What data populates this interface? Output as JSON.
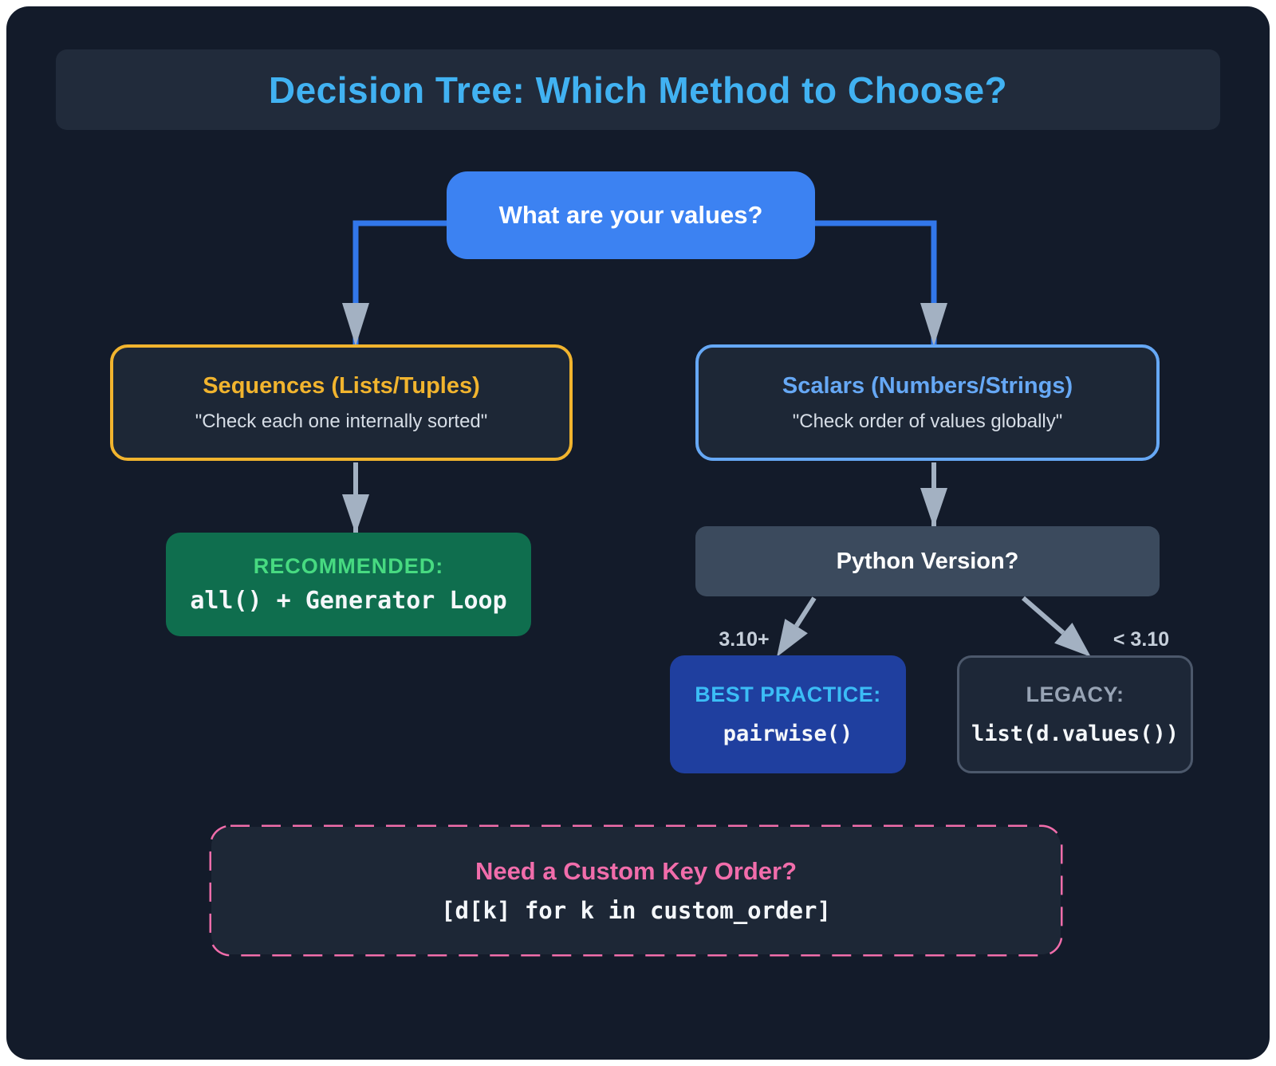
{
  "title": "Decision Tree: Which Method to Choose?",
  "root": {
    "label": "What are your values?"
  },
  "branches": {
    "sequences": {
      "title": "Sequences (Lists/Tuples)",
      "subtitle": "\"Check each one internally sorted\""
    },
    "scalars": {
      "title": "Scalars (Numbers/Strings)",
      "subtitle": "\"Check order of values globally\""
    }
  },
  "recommended": {
    "label": "RECOMMENDED:",
    "code": "all() + Generator Loop"
  },
  "python_version": {
    "label": "Python Version?",
    "edge_left": "3.10+",
    "edge_right": "< 3.10"
  },
  "best_practice": {
    "label": "BEST PRACTICE:",
    "code": "pairwise()"
  },
  "legacy": {
    "label": "LEGACY:",
    "code": "list(d.values())"
  },
  "custom_order": {
    "title": "Need a Custom Key Order?",
    "code": "[d[k] for k in custom_order]"
  },
  "colors": {
    "canvas_bg": "#131b2a",
    "panel_bg": "#1d2736",
    "title_blue": "#41b2f2",
    "root_blue": "#3c82f2",
    "sequences_yellow": "#f1b42e",
    "scalars_blue": "#66a8f5",
    "recommended_green_bg": "#0f6e4e",
    "recommended_green_text": "#47da81",
    "python_gray": "#3b4a5d",
    "best_practice_bg": "#1f3f9f",
    "best_practice_cyan": "#3bbdf6",
    "legacy_gray": "#97a3b4",
    "custom_pink": "#f16dab",
    "connector_blue": "#3277ea",
    "connector_gray": "#a3b1c2"
  }
}
